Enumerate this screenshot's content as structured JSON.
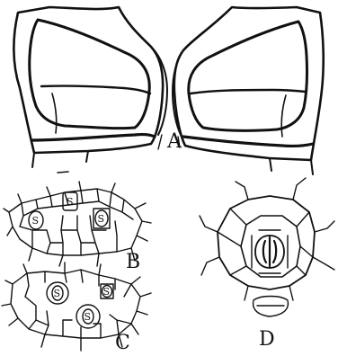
{
  "figure": {
    "panels": [
      {
        "id": "A",
        "label": "A"
      },
      {
        "id": "B",
        "label": "B",
        "stoma_marks": [
          "S",
          "S",
          "S"
        ]
      },
      {
        "id": "C",
        "label": "C",
        "stoma_marks": [
          "S",
          "S",
          "S"
        ]
      },
      {
        "id": "D",
        "label": "D"
      }
    ]
  }
}
